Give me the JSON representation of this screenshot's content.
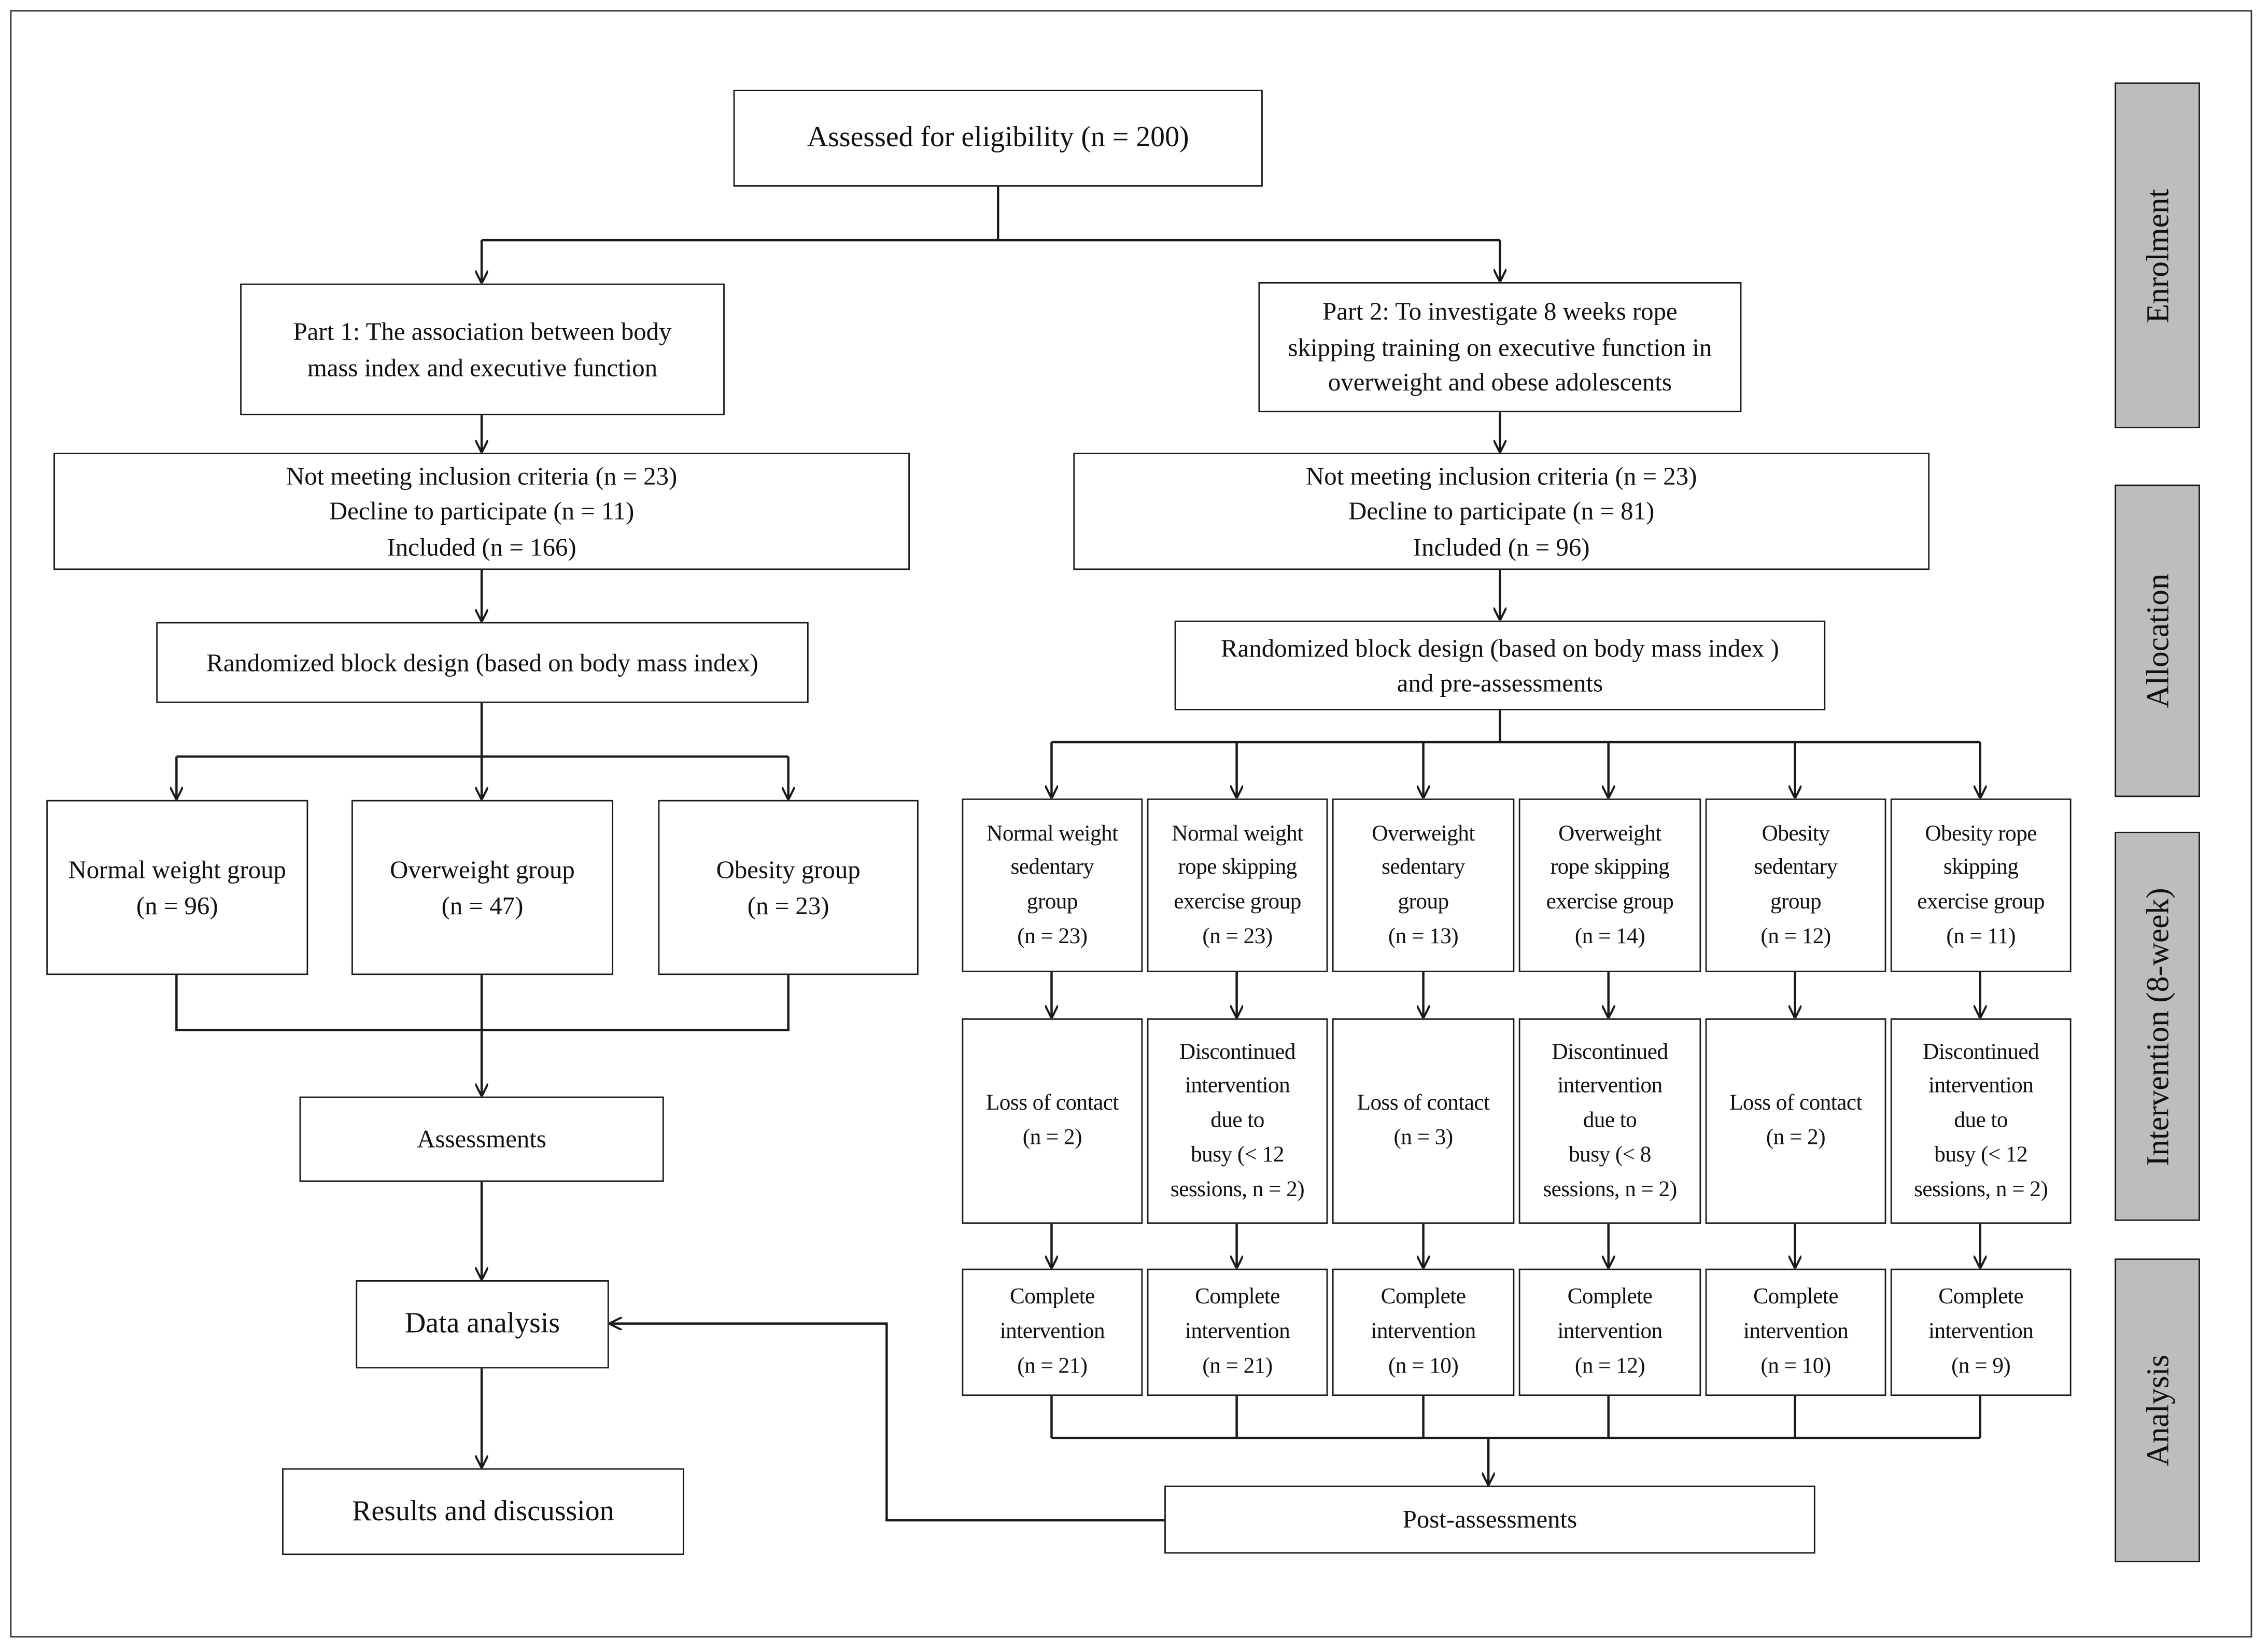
{
  "title_box": "Assessed for eligibility (n = 200)",
  "part1": {
    "heading": "Part 1: The association between body\nmass index and executive function",
    "screening": "Not meeting inclusion criteria (n = 23)\nDecline to participate (n = 11)\nIncluded (n = 166)",
    "design": "Randomized block design (based on body mass index)",
    "groups": [
      {
        "label": "Normal weight group\n(n = 96)"
      },
      {
        "label": "Overweight group\n(n = 47)"
      },
      {
        "label": "Obesity group\n(n = 23)"
      }
    ],
    "assessments": "Assessments",
    "analysis": "Data analysis",
    "results": "Results and discussion"
  },
  "part2": {
    "heading": "Part 2: To investigate 8 weeks rope\nskipping training on executive function in\noverweight and obese adolescents",
    "screening": "Not meeting inclusion criteria (n = 23)\nDecline to participate (n = 81)\nIncluded (n = 96)",
    "design": "Randomized block design (based on body mass index )\nand pre-assessments",
    "arms": [
      {
        "group": "Normal weight\nsedentary\ngroup\n(n = 23)",
        "loss": "Loss of contact\n(n = 2)",
        "complete": "Complete\nintervention\n(n = 21)"
      },
      {
        "group": "Normal weight\nrope skipping\nexercise group\n(n = 23)",
        "loss": "Discontinued\nintervention\ndue to\nbusy (< 12\nsessions, n = 2)",
        "complete": "Complete\nintervention\n(n = 21)"
      },
      {
        "group": "Overweight\nsedentary\ngroup\n(n = 13)",
        "loss": "Loss of contact\n(n = 3)",
        "complete": "Complete\nintervention\n(n = 10)"
      },
      {
        "group": "Overweight\nrope skipping\nexercise group\n(n = 14)",
        "loss": "Discontinued\nintervention\ndue to\nbusy (< 8\nsessions, n = 2)",
        "complete": "Complete\nintervention\n(n = 12)"
      },
      {
        "group": "Obesity\nsedentary\ngroup\n(n = 12)",
        "loss": "Loss of contact\n(n = 2)",
        "complete": "Complete\nintervention\n(n = 10)"
      },
      {
        "group": "Obesity rope\nskipping\nexercise group\n(n = 11)",
        "loss": "Discontinued\nintervention\ndue to\nbusy (< 12\nsessions, n = 2)",
        "complete": "Complete\nintervention\n(n = 9)"
      }
    ],
    "post": "Post-assessments"
  },
  "stages": [
    "Enrolment",
    "Allocation",
    "Intervention (8-week)",
    "Analysis"
  ],
  "colors": {
    "stage_fill": "#bdbdbd",
    "line": "#1a1a1a"
  }
}
